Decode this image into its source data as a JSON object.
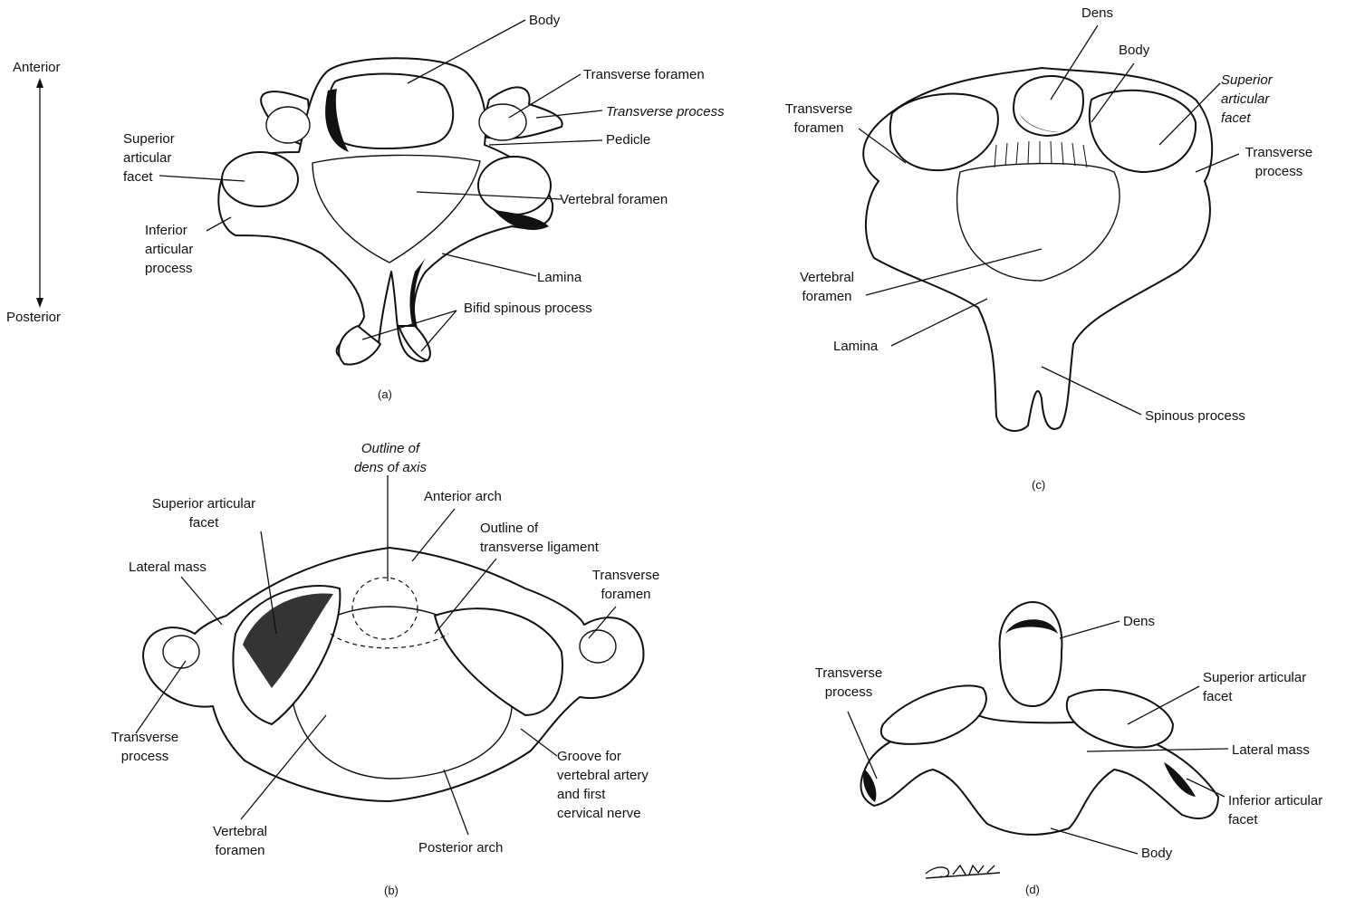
{
  "orientation": {
    "anterior": "Anterior",
    "posterior": "Posterior"
  },
  "panel_a": {
    "caption": "(a)",
    "labels": {
      "body": "Body",
      "transverse_foramen": "Transverse foramen",
      "transverse_process": "Transverse process",
      "pedicle": "Pedicle",
      "superior_articular_facet": "Superior\narticular\nfacet",
      "vertebral_foramen": "Vertebral foramen",
      "inferior_articular_process": "Inferior\narticular\nprocess",
      "lamina": "Lamina",
      "bifid_spinous_process": "Bifid spinous process"
    }
  },
  "panel_b": {
    "caption": "(b)",
    "labels": {
      "outline_of_dens": "Outline of\ndens of axis",
      "anterior_arch": "Anterior arch",
      "superior_articular_facet": "Superior articular\nfacet",
      "outline_transverse_ligament": "Outline of\ntransverse ligament",
      "lateral_mass": "Lateral mass",
      "transverse_foramen": "Transverse\nforamen",
      "transverse_process": "Transverse\nprocess",
      "groove": "Groove for\nvertebral artery\nand first\ncervical nerve",
      "vertebral_foramen": "Vertebral\nforamen",
      "posterior_arch": "Posterior arch"
    }
  },
  "panel_c": {
    "caption": "(c)",
    "labels": {
      "dens": "Dens",
      "body": "Body",
      "transverse_foramen": "Transverse\nforamen",
      "superior_articular_facet": "Superior\narticular\nfacet",
      "transverse_process": "Transverse\nprocess",
      "vertebral_foramen": "Vertebral\nforamen",
      "lamina": "Lamina",
      "spinous_process": "Spinous process"
    }
  },
  "panel_d": {
    "caption": "(d)",
    "signature": "DAHL",
    "labels": {
      "dens": "Dens",
      "transverse_process": "Transverse\nprocess",
      "superior_articular_facet": "Superior articular\nfacet",
      "lateral_mass": "Lateral mass",
      "inferior_articular_facet": "Inferior articular\nfacet",
      "body": "Body"
    }
  }
}
